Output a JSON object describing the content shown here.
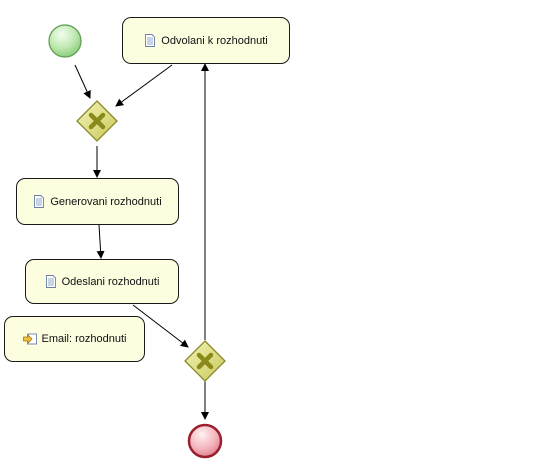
{
  "diagram": {
    "tasks": [
      {
        "id": "odvolani",
        "label": "Odvolani k rozhodnuti",
        "icon": "script-task-icon"
      },
      {
        "id": "generovani",
        "label": "Generovani rozhodnuti",
        "icon": "script-task-icon"
      },
      {
        "id": "odeslani",
        "label": "Odeslani rozhodnuti",
        "icon": "script-task-icon"
      },
      {
        "id": "email",
        "label": "Email: rozhodnuti",
        "icon": "email-task-icon"
      }
    ],
    "colors": {
      "task_fill": "#fdfde0",
      "task_border": "#1a1a1a",
      "start_fill": "#a8dc9a",
      "end_fill": "#f0a8b0",
      "end_border": "#9a2030",
      "gateway_fill": "#d8d870",
      "gateway_border": "#8a8a2a",
      "gateway_x": "#8a8a1a",
      "edge": "#000000"
    }
  }
}
